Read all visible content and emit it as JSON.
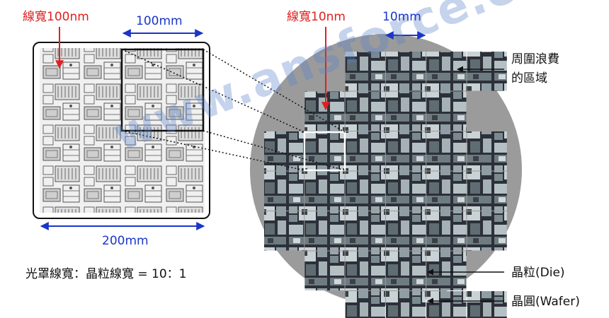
{
  "labels": {
    "mask_linewidth": "線寬100nm",
    "mask_width_top": "100mm",
    "mask_width_bottom": "200mm",
    "die_linewidth": "線寬10nm",
    "die_width": "10mm",
    "wasted_area_line1": "周圍浪費",
    "wasted_area_line2": "的區域",
    "ratio": "光罩線寬：晶粒線寬 = 10：1",
    "die": "晶粒(Die)",
    "wafer": "晶圓(Wafer)"
  },
  "watermark": "www.ansforce.com",
  "colors": {
    "red_label": "#e02020",
    "blue_label": "#1a36c8",
    "wafer": "#9b9b9b",
    "die_dark": "#2c3038"
  },
  "wafer": {
    "rows": [
      4,
      4,
      6,
      6,
      6,
      4,
      4
    ],
    "row_offsets": [
      2,
      1,
      0,
      0,
      0,
      1,
      2
    ]
  }
}
